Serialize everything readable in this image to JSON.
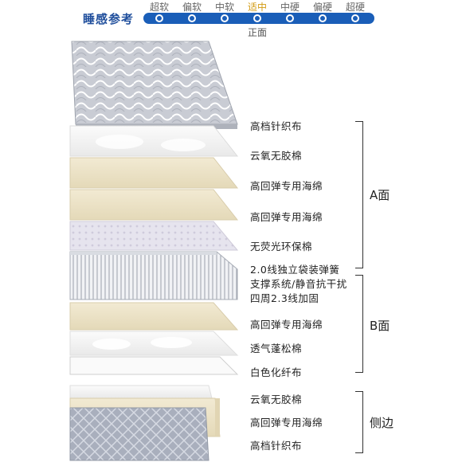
{
  "sleep_feel": {
    "title": "睡感参考",
    "levels": [
      "超软",
      "偏软",
      "中软",
      "适中",
      "中硬",
      "偏硬",
      "超硬"
    ],
    "active_level": "适中",
    "selected_caption": "正面",
    "colors": {
      "bar": "#1a5eb8",
      "active": "#d29a12"
    }
  },
  "layers": [
    {
      "label": "高档针织布",
      "material": "knit-fabric"
    },
    {
      "label": "云氧无胶棉",
      "material": "cotton"
    },
    {
      "label": "高回弹专用海绵",
      "material": "foam"
    },
    {
      "label": "高回弹专用海绵",
      "material": "foam"
    },
    {
      "label": "无荧光环保棉",
      "material": "eco-cotton"
    },
    {
      "label": "2.0线独立袋装弹簧",
      "material": "spring"
    },
    {
      "label": "支撑系统/静音抗干扰",
      "material": "spring"
    },
    {
      "label": "四周2.3线加固",
      "material": "spring"
    },
    {
      "label": "高回弹专用海绵",
      "material": "foam"
    },
    {
      "label": "透气蓬松棉",
      "material": "cotton"
    },
    {
      "label": "白色化纤布",
      "material": "fiber-cloth"
    }
  ],
  "side_layers": [
    {
      "label": "云氧无胶棉",
      "material": "cotton"
    },
    {
      "label": "高回弹专用海绵",
      "material": "foam"
    },
    {
      "label": "高档针织布",
      "material": "knit-fabric"
    }
  ],
  "groups": [
    {
      "label": "A面"
    },
    {
      "label": "B面"
    },
    {
      "label": "侧边"
    }
  ]
}
